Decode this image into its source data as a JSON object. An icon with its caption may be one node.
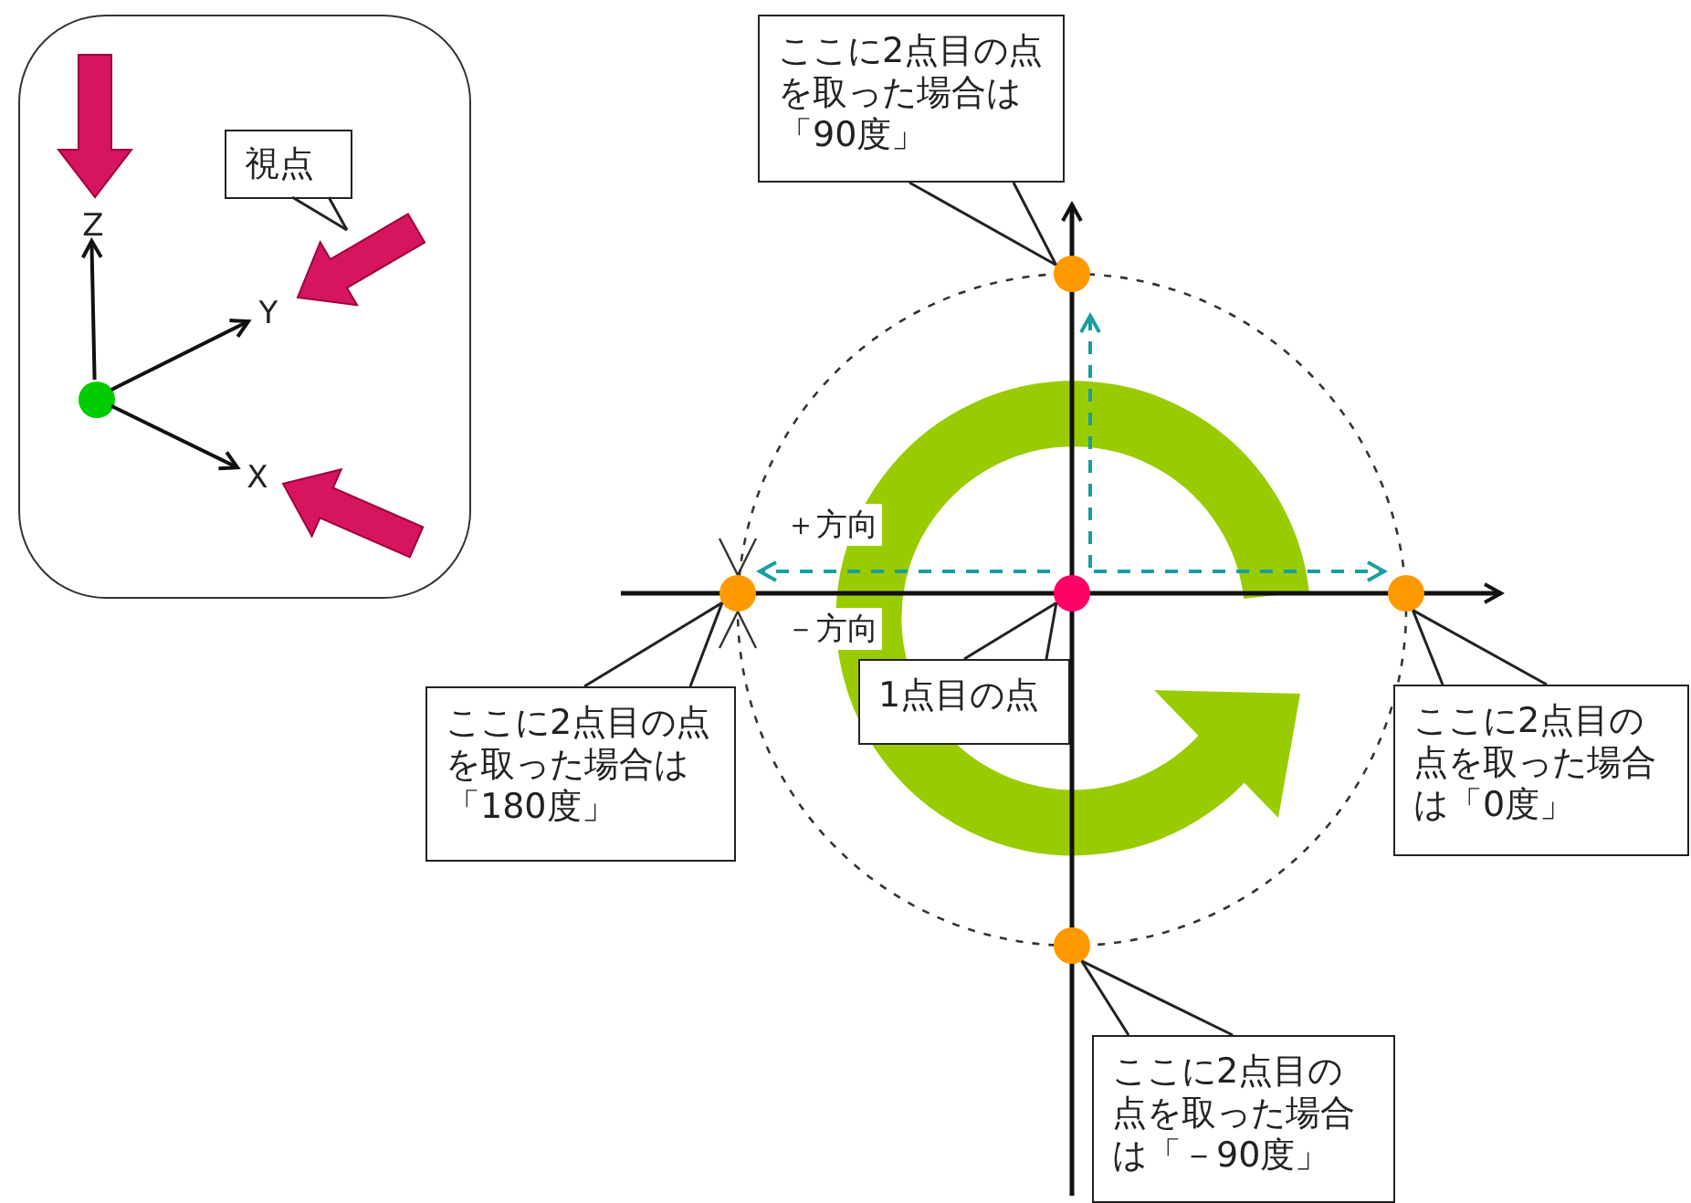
{
  "diagram": {
    "nodes": [
      {
        "text": [],
        "shape": "box"
      },
      {
        "text": [
          "視点"
        ],
        "in": 0
      },
      {
        "text": [],
        "shape": "circle",
        "in": 0
      },
      {
        "text": [
          "Z"
        ],
        "in": 0
      },
      {
        "text": [
          "Y"
        ],
        "in": 0
      },
      {
        "text": [
          "X"
        ],
        "in": 0
      },
      {
        "text": [],
        "shape": "circle"
      },
      {
        "text": [],
        "shape": "circle"
      },
      {
        "text": [],
        "shape": "circle"
      },
      {
        "text": [],
        "shape": "circle"
      },
      {
        "text": [],
        "shape": "circle"
      },
      {
        "text": [
          "ここに2点目の点を取った場合は「90度」"
        ]
      },
      {
        "text": [
          "ここに2点目の点を取った場合は「180度」"
        ]
      },
      {
        "text": [
          "1点目の点"
        ]
      },
      {
        "text": [
          "ここに2点目の点を取った場合は「0度」"
        ]
      },
      {
        "text": [
          "ここに2点目の点を取った場合は「－90度」"
        ]
      }
    ],
    "edges": [
      {
        "from": 2,
        "to": 3,
        "arrow": "to"
      },
      {
        "from": 2,
        "to": 4,
        "arrow": "to"
      },
      {
        "from": 2,
        "to": 5,
        "arrow": "to"
      },
      {
        "from": 1,
        "to": null,
        "arrow": "none"
      },
      {
        "from": 8,
        "to": 6,
        "arrow": "to",
        "style": "dashed",
        "color": "#1a9e9e"
      },
      {
        "from": 8,
        "to": 7,
        "arrow": "to",
        "style": "dashed",
        "color": "#1a9e9e"
      },
      {
        "from": 8,
        "to": 9,
        "arrow": "to",
        "style": "dashed",
        "color": "#1a9e9e"
      },
      {
        "from": 11,
        "to": 6,
        "arrow": "none"
      },
      {
        "from": 12,
        "to": 7,
        "arrow": "none"
      },
      {
        "from": 13,
        "to": 8,
        "arrow": "none"
      },
      {
        "from": 14,
        "to": 9,
        "arrow": "none"
      },
      {
        "from": 15,
        "to": 10,
        "arrow": "none"
      }
    ],
    "labels": [
      "＋方向",
      "－方向"
    ]
  }
}
